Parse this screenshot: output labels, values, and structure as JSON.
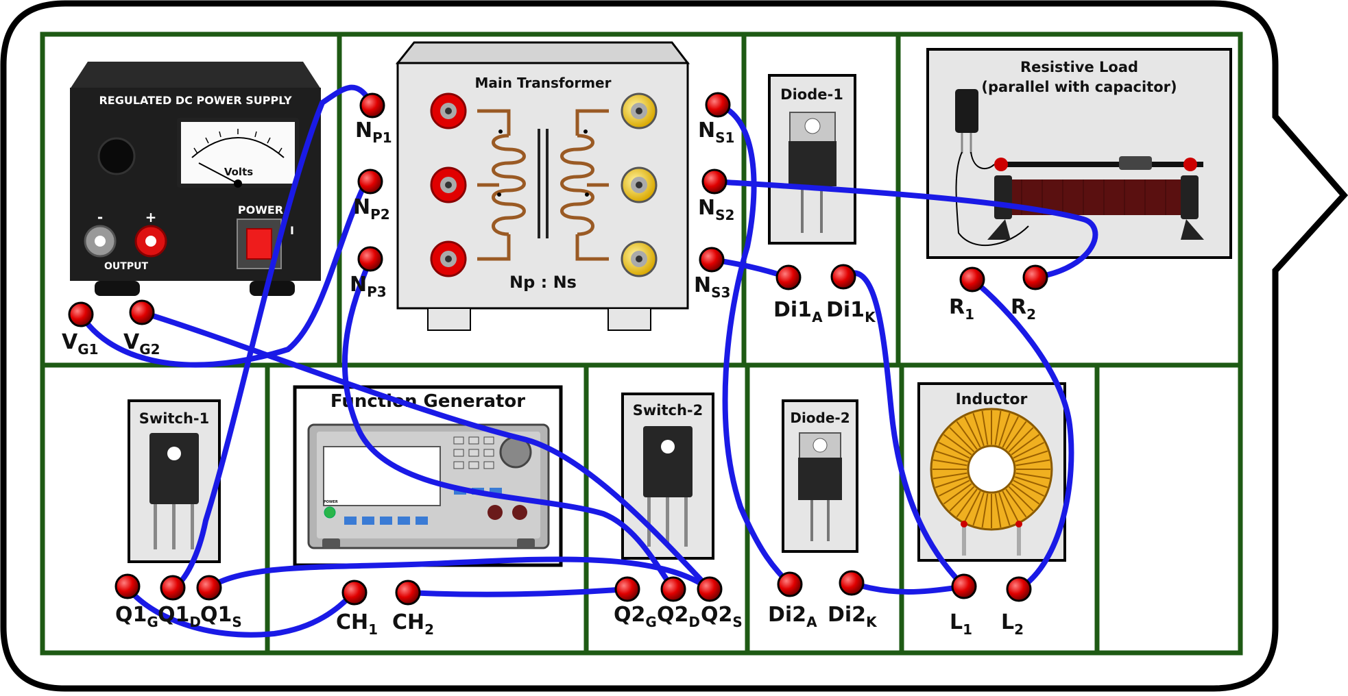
{
  "modules": {
    "power_supply": {
      "title": "REGULATED DC POWER SUPPLY",
      "meter_label": "Volts",
      "power_label": "POWER",
      "on_mark": "I",
      "minus": "-",
      "plus": "+",
      "output_label": "OUTPUT"
    },
    "transformer": {
      "title": "Main Transformer",
      "ratio_label": "Np : Ns"
    },
    "diode1": {
      "title": "Diode-1"
    },
    "diode2": {
      "title": "Diode-2"
    },
    "load": {
      "title_line1": "Resistive Load",
      "title_line2": "(parallel with capacitor)"
    },
    "switch1": {
      "title": "Switch-1"
    },
    "switch2": {
      "title": "Switch-2"
    },
    "function_generator": {
      "title": "Function Generator",
      "power_text": "POWER"
    },
    "inductor": {
      "title": "Inductor"
    }
  },
  "terminals": {
    "vg1": {
      "main": "V",
      "sub": "G1"
    },
    "vg2": {
      "main": "V",
      "sub": "G2"
    },
    "np1": {
      "main": "N",
      "sub": "P1"
    },
    "np2": {
      "main": "N",
      "sub": "P2"
    },
    "np3": {
      "main": "N",
      "sub": "P3"
    },
    "ns1": {
      "main": "N",
      "sub": "S1"
    },
    "ns2": {
      "main": "N",
      "sub": "S2"
    },
    "ns3": {
      "main": "N",
      "sub": "S3"
    },
    "di1a": {
      "main": "Di1",
      "sub": "A"
    },
    "di1k": {
      "main": "Di1",
      "sub": "K"
    },
    "r1": {
      "main": "R",
      "sub": "1"
    },
    "r2": {
      "main": "R",
      "sub": "2"
    },
    "q1g": {
      "main": "Q1",
      "sub": "G"
    },
    "q1d": {
      "main": "Q1",
      "sub": "D"
    },
    "q1s": {
      "main": "Q1",
      "sub": "S"
    },
    "ch1": {
      "main": "CH",
      "sub": "1"
    },
    "ch2": {
      "main": "CH",
      "sub": "2"
    },
    "q2g": {
      "main": "Q2",
      "sub": "G"
    },
    "q2d": {
      "main": "Q2",
      "sub": "D"
    },
    "q2s": {
      "main": "Q2",
      "sub": "S"
    },
    "di2a": {
      "main": "Di2",
      "sub": "A"
    },
    "di2k": {
      "main": "Di2",
      "sub": "K"
    },
    "l1": {
      "main": "L",
      "sub": "1"
    },
    "l2": {
      "main": "L",
      "sub": "2"
    }
  },
  "wires": [
    {
      "from": "vg1",
      "to": "np2"
    },
    {
      "from": "vg2",
      "to": "q2s"
    },
    {
      "from": "np1",
      "to": "q1d"
    },
    {
      "from": "np3",
      "to": "q2d"
    },
    {
      "from": "ns1",
      "to": "di2a"
    },
    {
      "from": "ns2",
      "to": "r2"
    },
    {
      "from": "ns3",
      "to": "di1a"
    },
    {
      "from": "di1k",
      "to": "l1"
    },
    {
      "from": "r1",
      "to": "l2"
    },
    {
      "from": "q1g",
      "to": "ch1"
    },
    {
      "from": "q1s",
      "to": "q2s"
    },
    {
      "from": "ch2",
      "to": "q2g"
    },
    {
      "from": "di2k",
      "to": "l1"
    }
  ],
  "colors": {
    "wire": "#1a1ae6",
    "grid": "#1e5a14",
    "terminal": "#e00000",
    "panel": "#e6e6e6"
  }
}
